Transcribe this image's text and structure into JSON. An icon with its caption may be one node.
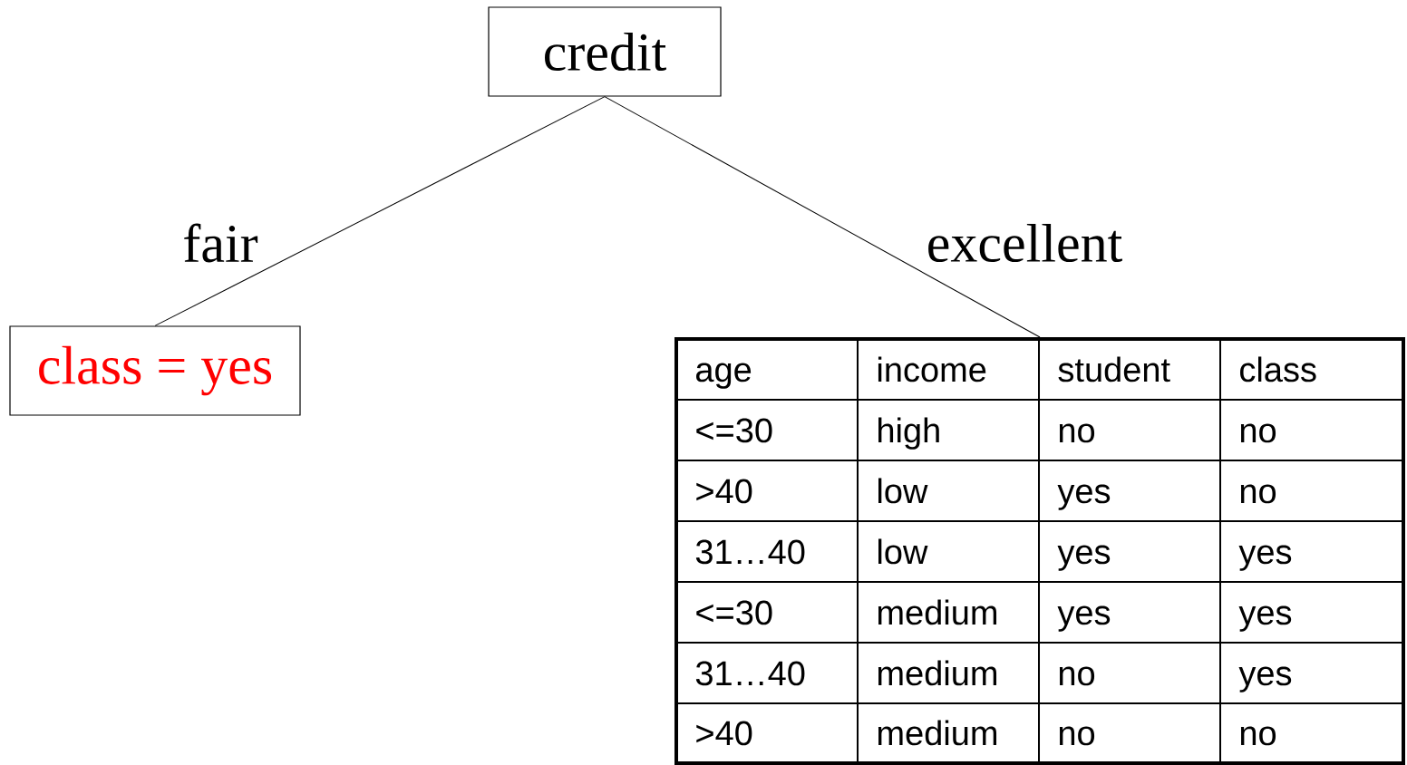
{
  "diagram": {
    "nodes": [
      {
        "text": [
          "credit"
        ]
      },
      {
        "text": [
          "class = yes"
        ]
      },
      {
        "text": [],
        "shape": "box"
      }
    ],
    "edges": [
      {
        "from": 0,
        "to": 1,
        "arrow": "none",
        "label": "fair"
      },
      {
        "from": 0,
        "to": 2,
        "arrow": "none",
        "label": "excellent"
      }
    ],
    "labels": [
      "age",
      "income",
      "student",
      "class",
      "<=30",
      "high",
      "no",
      "no",
      ">40",
      "low",
      "yes",
      "no",
      "31…40",
      "low",
      "yes",
      "yes",
      "<=30",
      "medium",
      "yes",
      "yes",
      "31…40",
      "medium",
      "no",
      "yes",
      ">40",
      "medium",
      "no",
      "no"
    ]
  }
}
